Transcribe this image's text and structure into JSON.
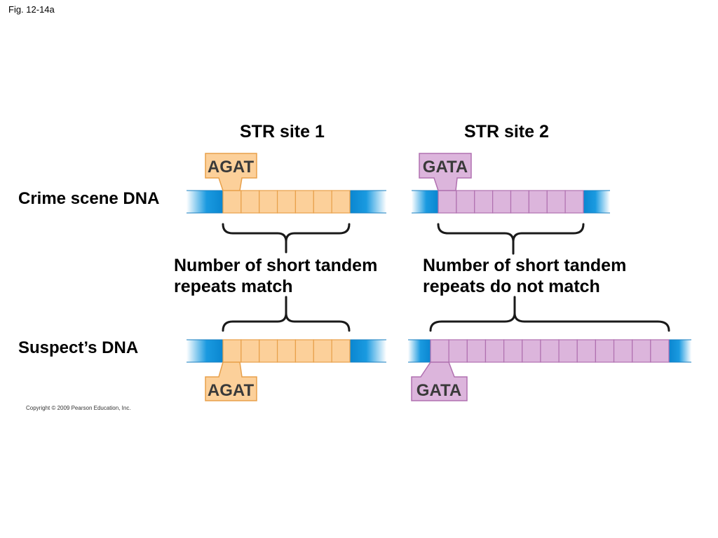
{
  "figure_label": "Fig. 12-14a",
  "sites": {
    "site1": {
      "title": "STR site 1",
      "repeat": "AGAT",
      "caption_line1": "Number of short tandem",
      "caption_line2": "repeats match",
      "crime_repeats": 7,
      "suspect_repeats": 7
    },
    "site2": {
      "title": "STR site 2",
      "repeat": "GATA",
      "caption_line1": "Number of short tandem",
      "caption_line2": "repeats do not match",
      "crime_repeats": 8,
      "suspect_repeats": 13
    }
  },
  "rows": {
    "crime": "Crime scene DNA",
    "suspect": "Suspect’s DNA"
  },
  "copyright": "Copyright © 2009 Pearson Education, Inc.",
  "colors": {
    "dna_blue": "#1a9ae0",
    "agat_fill": "#fcd09a",
    "agat_stroke": "#e8a04a",
    "gata_fill": "#dcb5dc",
    "gata_stroke": "#b070b0"
  }
}
